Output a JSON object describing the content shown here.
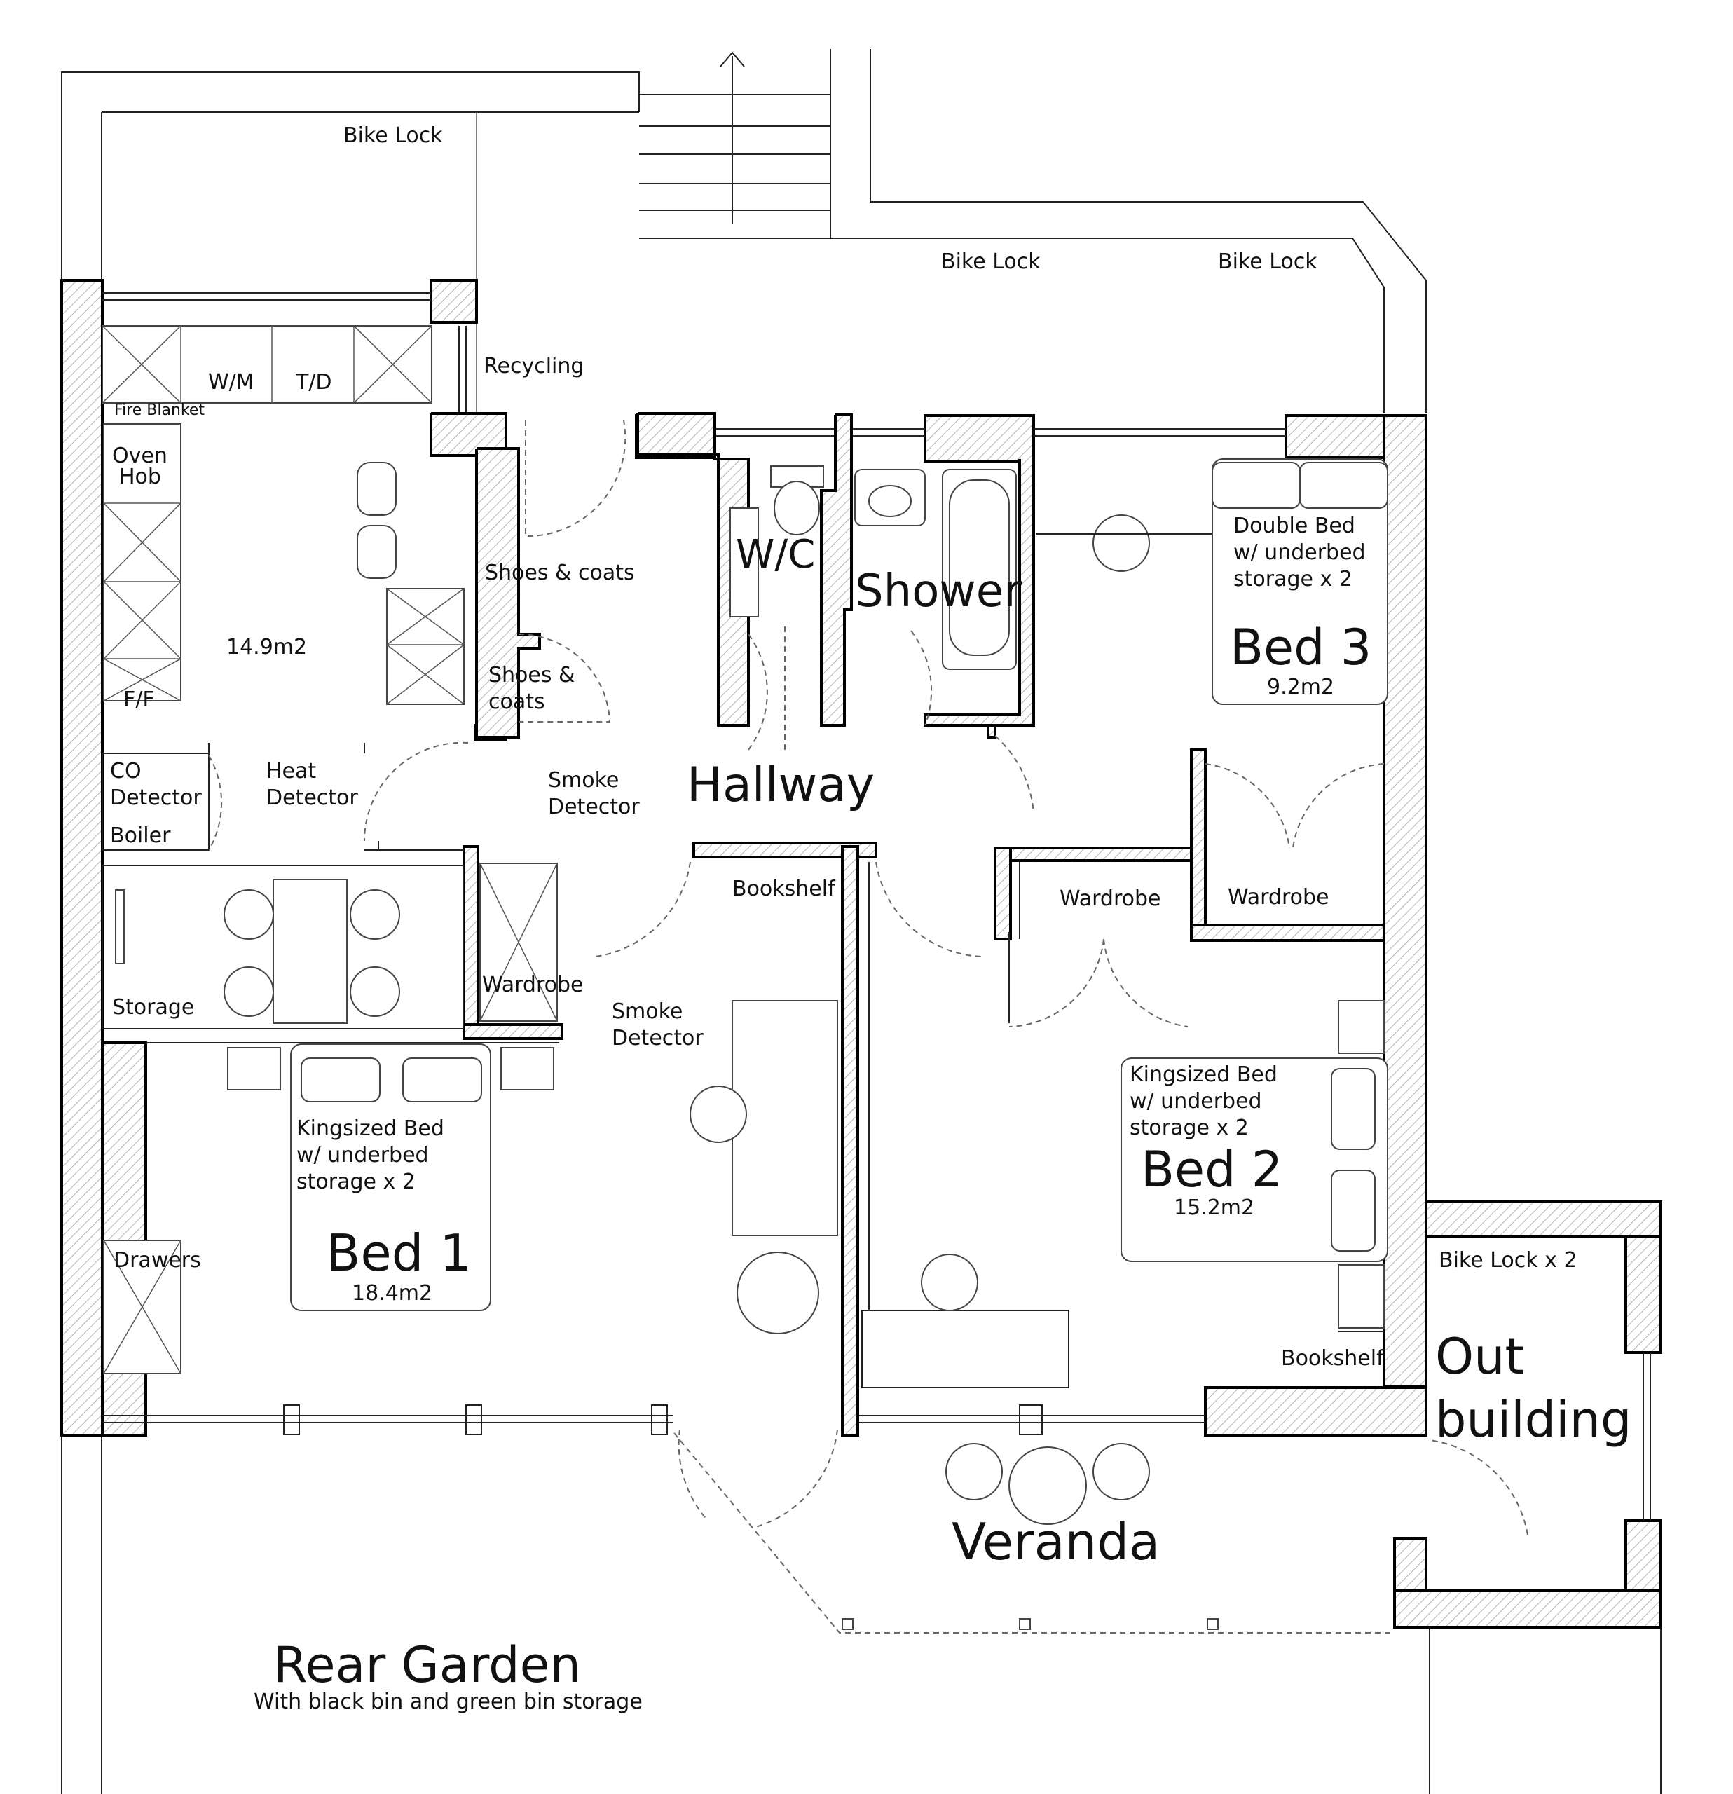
{
  "labels": {
    "bike_lock_top_left": "Bike Lock",
    "bike_lock_top_mid": "Bike Lock",
    "bike_lock_top_right": "Bike Lock",
    "recycling": "Recycling",
    "wm": "W/M",
    "td": "T/D",
    "fire_blanket": "Fire Blanket",
    "oven": "Oven",
    "hob": "Hob",
    "kitchen_area": "14.9m2",
    "ff": "F/F",
    "co": "CO",
    "co_detector": "Detector",
    "heat": "Heat",
    "heat_detector": "Detector",
    "boiler": "Boiler",
    "storage": "Storage",
    "shoes_coats_1": "Shoes & coats",
    "shoes_coats_2a": "Shoes &",
    "shoes_coats_2b": "coats",
    "smoke_1a": "Smoke",
    "smoke_1b": "Detector",
    "smoke_2a": "Smoke",
    "smoke_2b": "Detector",
    "wc": "W/C",
    "shower": "Shower",
    "hallway": "Hallway",
    "bed3_desc_1": "Double Bed",
    "bed3_desc_2": "w/ underbed",
    "bed3_desc_3": "storage x 2",
    "bed3": "Bed 3",
    "bed3_area": "9.2m2",
    "wardrobe_bed2": "Wardrobe",
    "wardrobe_bed3": "Wardrobe",
    "bookshelf_hall": "Bookshelf",
    "wardrobe_bed1": "Wardrobe",
    "bed1_desc_1": "Kingsized Bed",
    "bed1_desc_2": "w/ underbed",
    "bed1_desc_3": "storage x 2",
    "bed1": "Bed 1",
    "bed1_area": "18.4m2",
    "drawers": "Drawers",
    "bed2_desc_1": "Kingsized Bed",
    "bed2_desc_2": "w/ underbed",
    "bed2_desc_3": "storage x 2",
    "bed2": "Bed 2",
    "bed2_area": "15.2m2",
    "bookshelf_bed2": "Bookshelf",
    "bike_lock_x2": "Bike Lock x 2",
    "out": "Out",
    "building": "building",
    "veranda": "Veranda",
    "rear_garden": "Rear Garden",
    "rear_garden_sub": "With black bin and green bin storage"
  }
}
